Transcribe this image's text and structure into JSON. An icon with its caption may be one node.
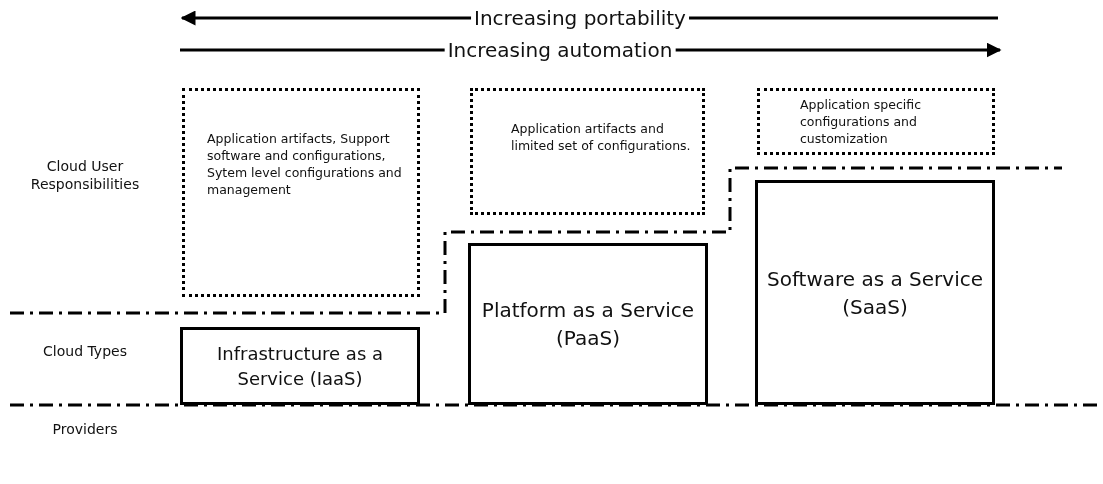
{
  "diagram": {
    "nodes": [
      {
        "text": [
          "Application artifacts, Support software and configurations, Sytem level configurations and management"
        ]
      },
      {
        "text": [
          "Application artifacts and limited set of configurations."
        ]
      },
      {
        "text": [
          "Application specific configurations and customization"
        ]
      },
      {
        "text": [
          "Infrastructure as a Service (IaaS)"
        ]
      },
      {
        "text": [
          "Platform as a Service (PaaS)"
        ]
      },
      {
        "text": [
          "Software as a Service (SaaS)"
        ]
      }
    ],
    "labels": [
      "Increasing portability",
      "Increasing automation",
      "Cloud User Responsibilities",
      "Cloud Types",
      "Providers"
    ]
  }
}
